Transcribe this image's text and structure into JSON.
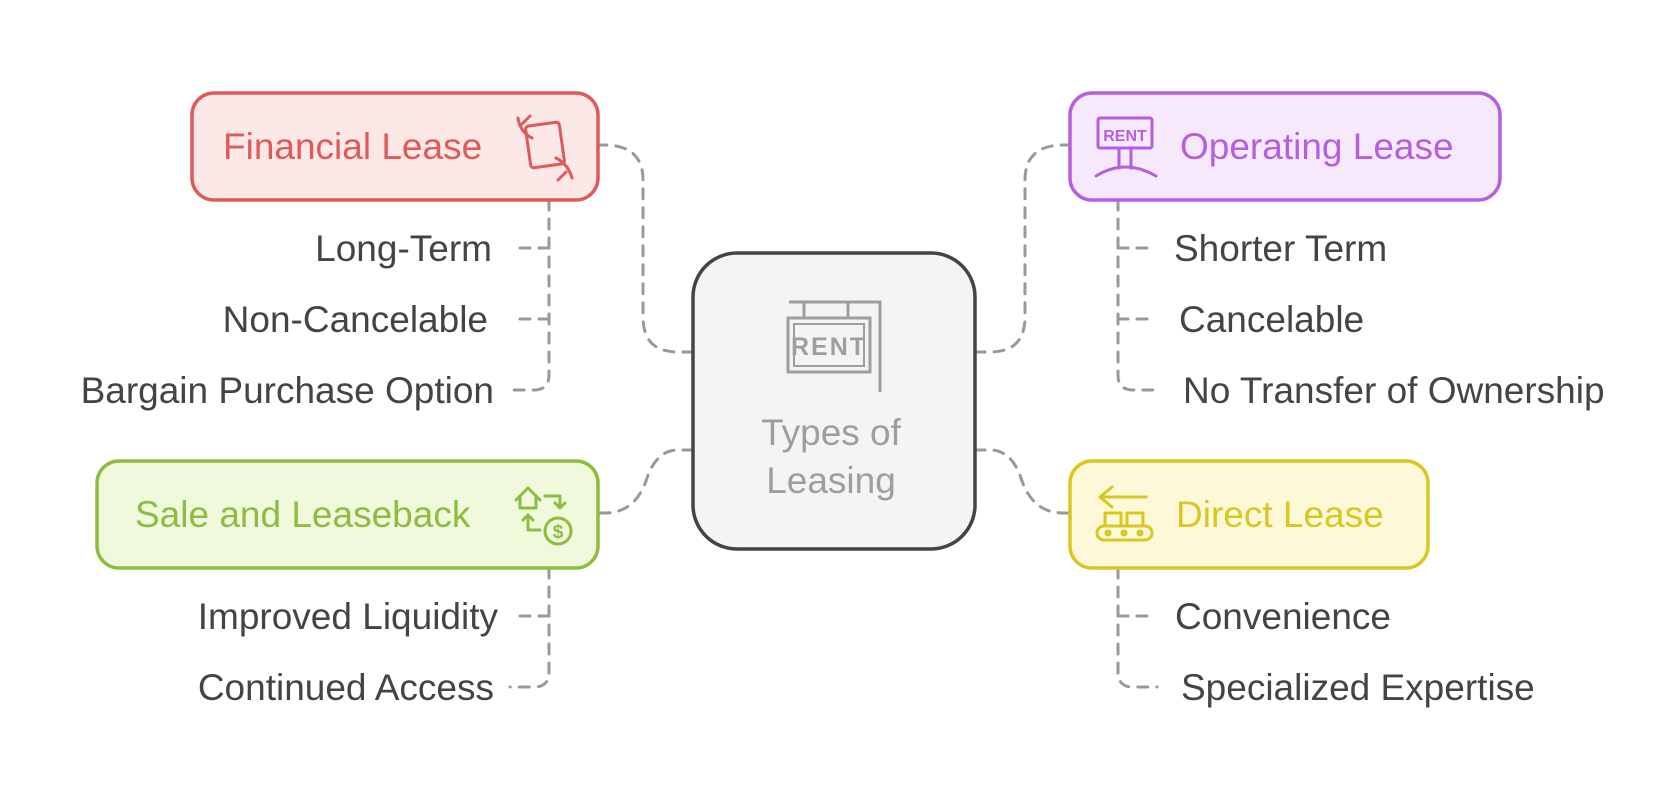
{
  "center": {
    "line1": "Types of",
    "line2": "Leasing",
    "icon": "rent-sign-icon",
    "text_color": "#9e9e9e",
    "border": "#444444",
    "fill": "#f4f4f4"
  },
  "branches": {
    "financial": {
      "title": "Financial Lease",
      "icon": "hand-document-icon",
      "color": "#e05a5a",
      "fill": "#fde8e8",
      "items": [
        "Long-Term",
        "Non-Cancelable",
        "Bargain Purchase Option"
      ]
    },
    "operating": {
      "title": "Operating Lease",
      "icon": "rent-board-icon",
      "color": "#b65ee0",
      "fill": "#f7e9fc",
      "items": [
        "Shorter Term",
        "Cancelable",
        "No Transfer of Ownership"
      ]
    },
    "sale": {
      "title": "Sale and Leaseback",
      "icon": "house-cycle-dollar-icon",
      "color": "#8cbd3f",
      "fill": "#f0f9dc",
      "items": [
        "Improved Liquidity",
        "Continued Access"
      ]
    },
    "direct": {
      "title": "Direct Lease",
      "icon": "conveyor-arrow-icon",
      "color": "#d9c720",
      "fill": "#fdf9d8",
      "items": [
        "Convenience",
        "Specialized Expertise"
      ]
    }
  },
  "connector_color": "#999999"
}
